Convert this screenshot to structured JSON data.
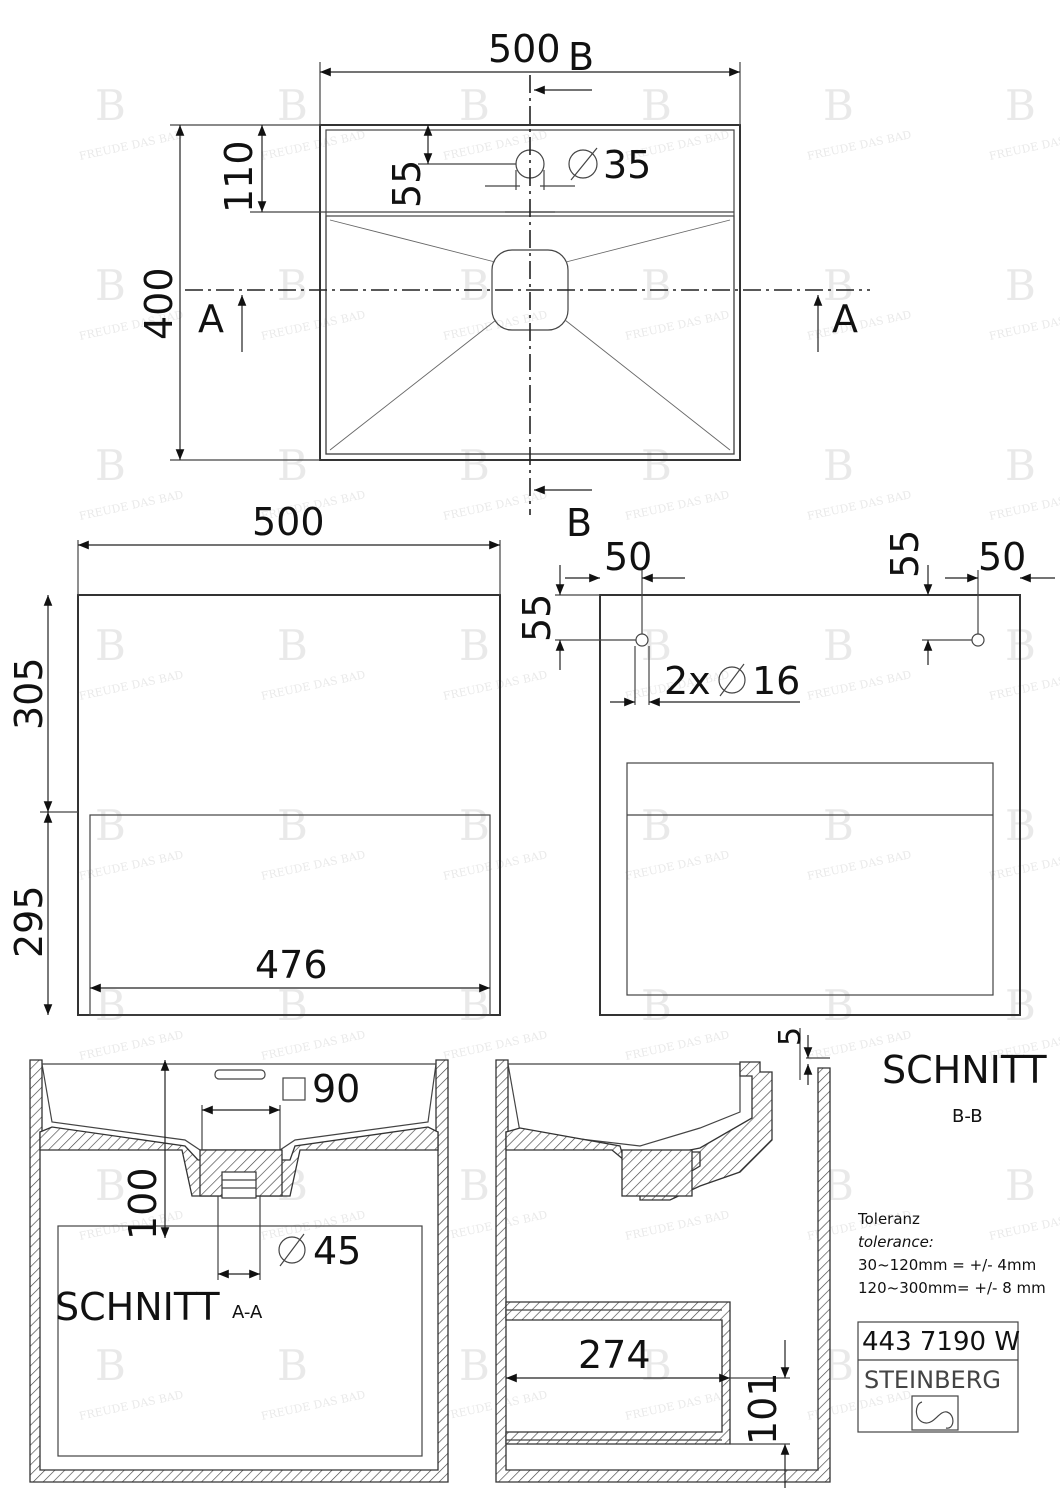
{
  "dimensions": {
    "top_width": "500",
    "top_depth": "400",
    "top_back_strip": "110",
    "top_tap_offset": "55",
    "tap_hole": "35",
    "front_width": "500",
    "front_upper_height": "305",
    "front_lower_height": "295",
    "front_inner_width": "476",
    "back_hole_offset_x_left": "50",
    "back_hole_offset_y_left": "55",
    "back_hole_offset_y_right": "55",
    "back_hole_offset_x_right": "50",
    "mounting_holes": "2x",
    "mounting_hole_dia": "16",
    "drain_square": "90",
    "drain_depth": "100",
    "drain_dia": "45",
    "rim_thickness": "5",
    "shelf_depth": "274",
    "shelf_height": "101"
  },
  "section_markers": {
    "a_left": "A",
    "a_right": "A",
    "b_top": "B",
    "b_bottom": "B"
  },
  "section_titles": {
    "section_aa_word": "SCHNITT",
    "section_aa_label": "A-A",
    "section_bb_word": "SCHNITT",
    "section_bb_label": "B-B"
  },
  "tolerance": {
    "heading": "Toleranz",
    "heading_en": "tolerance:",
    "line1": "30~120mm = +/- 4mm",
    "line2": "120~300mm= +/- 8 mm"
  },
  "title_block": {
    "article_number": "443 7190 W",
    "brand": "STEINBERG"
  }
}
